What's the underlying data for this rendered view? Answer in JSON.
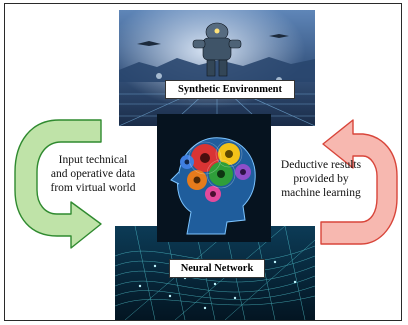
{
  "panels": {
    "synthetic_environment": {
      "label": "Synthetic Environment"
    },
    "neural_network": {
      "label": "Neural Network"
    }
  },
  "captions": {
    "input": {
      "lines": [
        "Input technical",
        "and operative data",
        "from virtual world"
      ]
    },
    "output": {
      "lines": [
        "Deductive results",
        "provided by",
        "machine learning"
      ]
    }
  },
  "colors": {
    "arrow_left_fill": "#bfe3a8",
    "arrow_left_stroke": "#2f8a2f",
    "arrow_right_fill": "#f7b8b0",
    "arrow_right_stroke": "#d8453a",
    "frame_border": "#2a2a2a"
  },
  "icons": {
    "left_arrow": "u-turn-arrow-down",
    "right_arrow": "u-turn-arrow-up",
    "center_image": "head-with-gears",
    "top_image": "virtual-reality-scene",
    "bottom_image": "neural-network-mesh"
  }
}
